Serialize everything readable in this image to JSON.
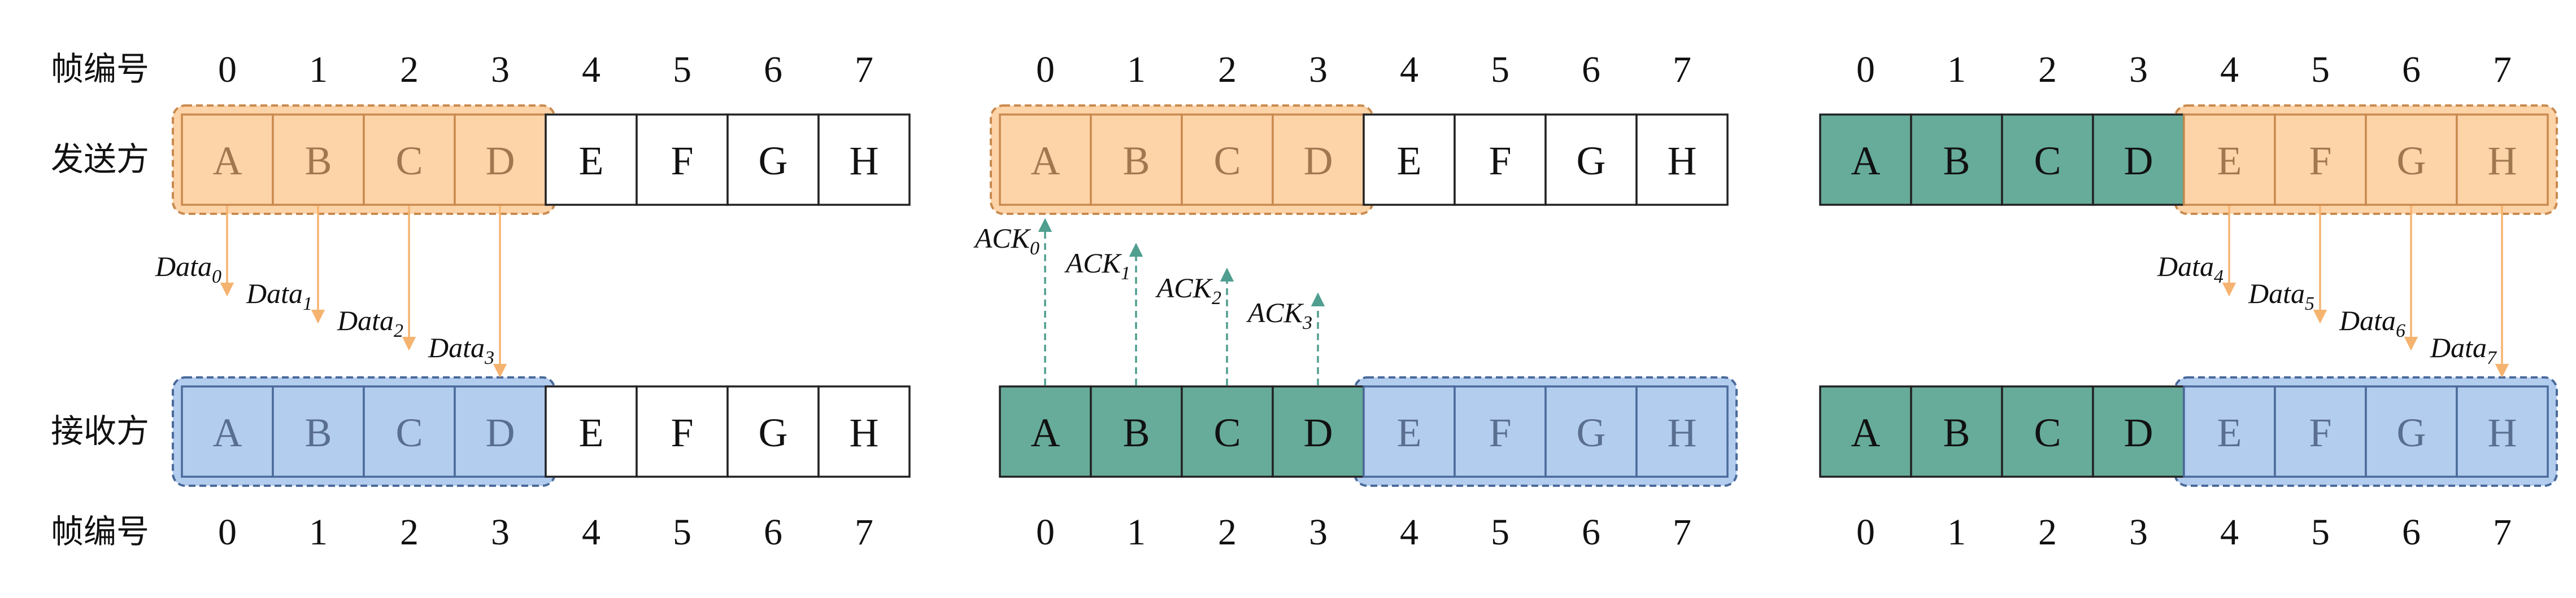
{
  "row_labels": {
    "index_top": "帧编号",
    "sender": "发送方",
    "receiver": "接收方",
    "index_bottom": "帧编号"
  },
  "frame_indices": [
    "0",
    "1",
    "2",
    "3",
    "4",
    "5",
    "6",
    "7"
  ],
  "frame_letters": [
    "A",
    "B",
    "C",
    "D",
    "E",
    "F",
    "G",
    "H"
  ],
  "colors": {
    "window_sender_fill": "#fdd3a8",
    "window_sender_border": "#c98a4e",
    "window_receiver_fill": "#b3cdef",
    "window_receiver_border": "#4a6a9a",
    "acked_fill": "#67ab9a",
    "data_arrow": "#f5b370",
    "ack_arrow": "#4f9e8f",
    "cell_border": "#222222",
    "window_text_sender": "#a07850",
    "window_text_receiver": "#5a6f8f"
  },
  "panels": [
    {
      "name": "send-data",
      "sender_cells": [
        "window",
        "window",
        "window",
        "window",
        "plain",
        "plain",
        "plain",
        "plain"
      ],
      "receiver_cells": [
        "window",
        "window",
        "window",
        "window",
        "plain",
        "plain",
        "plain",
        "plain"
      ],
      "sender_window": [
        0,
        3
      ],
      "receiver_window": [
        0,
        3
      ],
      "arrows": {
        "direction": "down",
        "items": [
          {
            "frame": 0,
            "base": "Data",
            "sub": "0"
          },
          {
            "frame": 1,
            "base": "Data",
            "sub": "1"
          },
          {
            "frame": 2,
            "base": "Data",
            "sub": "2"
          },
          {
            "frame": 3,
            "base": "Data",
            "sub": "3"
          }
        ]
      }
    },
    {
      "name": "send-ack",
      "sender_cells": [
        "window",
        "window",
        "window",
        "window",
        "plain",
        "plain",
        "plain",
        "plain"
      ],
      "receiver_cells": [
        "acked",
        "acked",
        "acked",
        "acked",
        "window",
        "window",
        "window",
        "window"
      ],
      "sender_window": [
        0,
        3
      ],
      "receiver_window": [
        4,
        7
      ],
      "arrows": {
        "direction": "up",
        "items": [
          {
            "frame": 0,
            "base": "ACK",
            "sub": "0"
          },
          {
            "frame": 1,
            "base": "ACK",
            "sub": "1"
          },
          {
            "frame": 2,
            "base": "ACK",
            "sub": "2"
          },
          {
            "frame": 3,
            "base": "ACK",
            "sub": "3"
          }
        ]
      }
    },
    {
      "name": "slide-window",
      "sender_cells": [
        "acked",
        "acked",
        "acked",
        "acked",
        "window",
        "window",
        "window",
        "window"
      ],
      "receiver_cells": [
        "acked",
        "acked",
        "acked",
        "acked",
        "window",
        "window",
        "window",
        "window"
      ],
      "sender_window": [
        4,
        7
      ],
      "receiver_window": [
        4,
        7
      ],
      "arrows": {
        "direction": "down",
        "items": [
          {
            "frame": 4,
            "base": "Data",
            "sub": "4"
          },
          {
            "frame": 5,
            "base": "Data",
            "sub": "5"
          },
          {
            "frame": 6,
            "base": "Data",
            "sub": "6"
          },
          {
            "frame": 7,
            "base": "Data",
            "sub": "7"
          }
        ]
      }
    }
  ]
}
